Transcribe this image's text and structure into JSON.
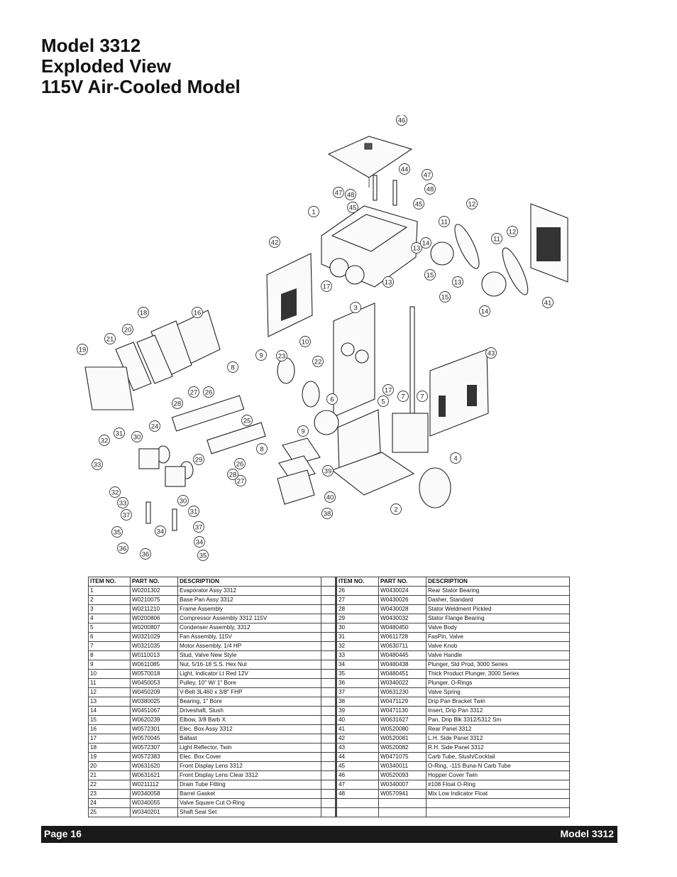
{
  "title": {
    "line1": "Model 3312",
    "line2": "Exploded View",
    "line3": "115V Air-Cooled Model"
  },
  "diagram": {
    "callouts": [
      "1",
      "2",
      "3",
      "4",
      "5",
      "6",
      "7",
      "7",
      "8",
      "8",
      "9",
      "9",
      "10",
      "11",
      "11",
      "12",
      "12",
      "13",
      "13",
      "13",
      "14",
      "14",
      "15",
      "15",
      "16",
      "17",
      "17",
      "18",
      "19",
      "20",
      "21",
      "22",
      "23",
      "24",
      "25",
      "26",
      "26",
      "27",
      "27",
      "28",
      "28",
      "29",
      "30",
      "30",
      "31",
      "31",
      "32",
      "32",
      "33",
      "33",
      "34",
      "34",
      "35",
      "35",
      "36",
      "36",
      "37",
      "37",
      "38",
      "39",
      "40",
      "41",
      "42",
      "43",
      "44",
      "45",
      "45",
      "46",
      "47",
      "47",
      "48",
      "48"
    ]
  },
  "table": {
    "headers": [
      "ITEM NO.",
      "PART NO.",
      "DESCRIPTION"
    ],
    "left_rows": [
      [
        "1",
        "W0201302",
        "Evaporator Assy 3312"
      ],
      [
        "2",
        "W0210075",
        "Base Pan Assy 3312"
      ],
      [
        "3",
        "W0211210",
        "Frame Assembly"
      ],
      [
        "4",
        "W0200806",
        "Compressor Assembly 3312 115V"
      ],
      [
        "5",
        "W0200807",
        "Condenser Assembly, 3312"
      ],
      [
        "6",
        "W0321029",
        "Fan Assembly, 115V"
      ],
      [
        "7",
        "W0321035",
        "Motor Assembly, 1/4 HP"
      ],
      [
        "8",
        "W0110013",
        "Stud, Valve New Style"
      ],
      [
        "9",
        "W0611085",
        "Nut, 5/16-18 S.S. Hex Nut"
      ],
      [
        "10",
        "W0570018",
        "Light, Indicator Lt Red 12V"
      ],
      [
        "11",
        "W0450053",
        "Pulley, 10\" W/ 1\" Bore"
      ],
      [
        "12",
        "W0450209",
        "V-Belt 3L460 x 3/8\" FHP"
      ],
      [
        "13",
        "W0380025",
        "Bearing, 1\" Bore"
      ],
      [
        "14",
        "W0451067",
        "Driveshaft, Slush"
      ],
      [
        "15",
        "W0620239",
        "Elbow, 3/8 Barb X"
      ],
      [
        "16",
        "W0572301",
        "Elec. Box Assy 3312"
      ],
      [
        "17",
        "W0570045",
        "Ballast"
      ],
      [
        "18",
        "W0572307",
        "Light Reflector, Twin"
      ],
      [
        "19",
        "W0572383",
        "Elec. Box Cover"
      ],
      [
        "20",
        "W0631620",
        "Front Display Lens 3312"
      ],
      [
        "21",
        "W0631621",
        "Front Display Lens Clear 3312"
      ],
      [
        "22",
        "W0211112",
        "Drain Tube Fitting"
      ],
      [
        "23",
        "W0340058",
        "Barrel Gasket"
      ],
      [
        "24",
        "W0340055",
        "Valve Square Cut O-Ring"
      ],
      [
        "25",
        "W0340201",
        "Shaft Seal Set"
      ]
    ],
    "right_rows": [
      [
        "26",
        "W0430024",
        "Rear Stator Bearing"
      ],
      [
        "27",
        "W0430026",
        "Dasher, Standard"
      ],
      [
        "28",
        "W0430028",
        "Stator Weldment Pickled"
      ],
      [
        "29",
        "W0430032",
        "Stator Flange Bearing"
      ],
      [
        "30",
        "W0480450",
        "Valve Body"
      ],
      [
        "31",
        "W0611728",
        "FasPin, Valve"
      ],
      [
        "32",
        "W0630711",
        "Valve Knob"
      ],
      [
        "33",
        "W0480445",
        "Valve Handle"
      ],
      [
        "34",
        "W0480438",
        "Plunger, Std Prod, 3000 Series"
      ],
      [
        "35",
        "W0480451",
        "Thick Product Plunger, 3000 Series"
      ],
      [
        "36",
        "W0340022",
        "Plunger, O-Rings"
      ],
      [
        "37",
        "W0631230",
        "Valve Spring"
      ],
      [
        "38",
        "W0471129",
        "Drip Pan Bracket Twin"
      ],
      [
        "39",
        "W0471130",
        "Insert, Drip Pan 3312"
      ],
      [
        "40",
        "W0631627",
        "Pan, Drip Blk 3312/5312 Sm"
      ],
      [
        "41",
        "W0520080",
        "Rear Panel 3312"
      ],
      [
        "42",
        "W0520081",
        "L.H. Side Panel 3312"
      ],
      [
        "43",
        "W0520082",
        "R.H. Side Panel 3312"
      ],
      [
        "44",
        "W0471075",
        "Carb Tube, Slush/Cocktail"
      ],
      [
        "45",
        "W0340011",
        "O-Ring, -115 Buna-N Carb Tube"
      ],
      [
        "46",
        "W0520093",
        "Hopper Cover Twin"
      ],
      [
        "47",
        "W0340007",
        "#108 Float O-Ring"
      ],
      [
        "48",
        "W0570941",
        "Mix Low Indicator Float"
      ],
      [
        "",
        "",
        ""
      ],
      [
        "",
        "",
        ""
      ]
    ]
  },
  "footer": {
    "page": "Page 16",
    "model": "Model 3312"
  }
}
